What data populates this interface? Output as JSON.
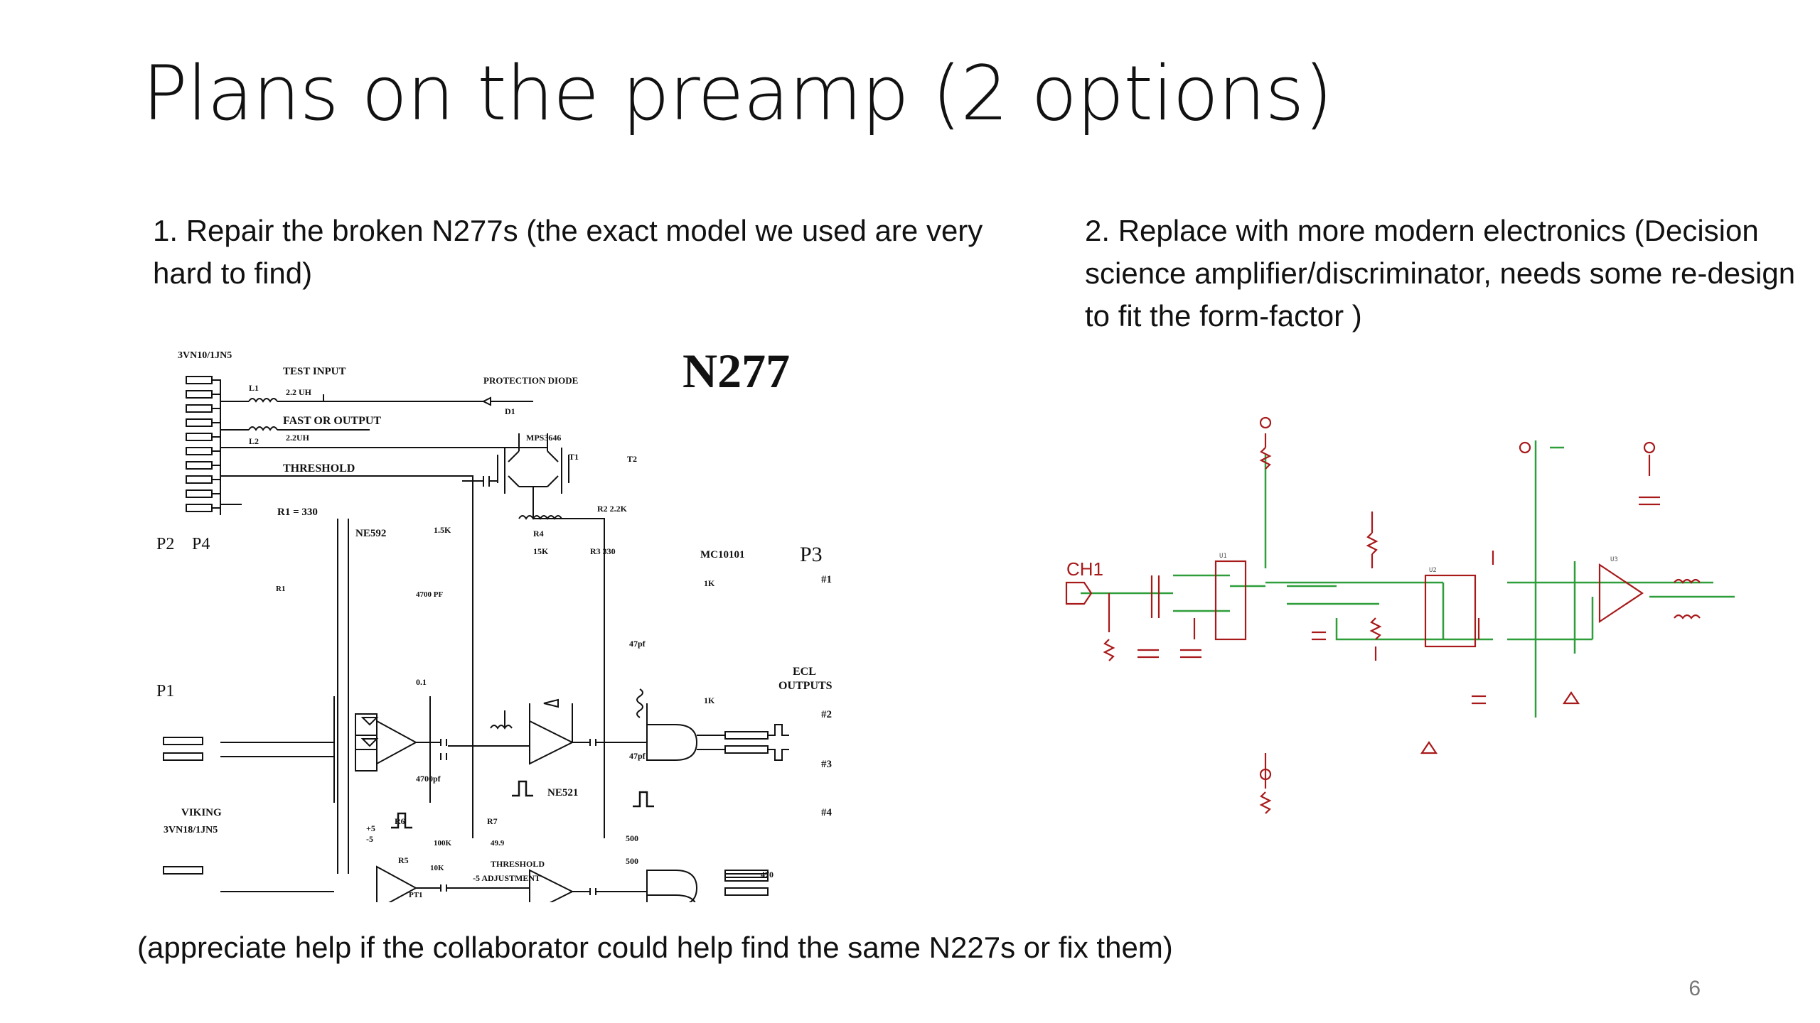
{
  "slide": {
    "title": "Plans on the preamp (2 options)",
    "option1": "1. Repair the broken N277s (the exact model we used are very hard to find)",
    "option2": "2. Replace with more modern electronics (Decision science amplifier/discriminator, needs some re-design to fit the form-factor )",
    "footer": "(appreciate help if the collaborator could help find the same N227s or fix them)",
    "page_number": "6"
  },
  "schematic": {
    "title": "N277",
    "labels": {
      "connector_top": "3VN10/1JN5",
      "test_input": "TEST INPUT",
      "l1": "L1",
      "l1_val": "2.2 UH",
      "protection_diode": "PROTECTION DIODE",
      "d1": "D1",
      "fast_or": "FAST OR OUTPUT",
      "l2": "L2",
      "l2_val": "2.2UH",
      "mps": "MPS3646",
      "t1": "T1",
      "t2": "T2",
      "threshold": "THRESHOLD",
      "r1_330": "R1 = 330",
      "r2": "R2  2.2K",
      "p2": "P2",
      "p4": "P4",
      "ne592": "NE592",
      "r1_15k": "1.5K",
      "r4": "R4",
      "r4_val": "15K",
      "r3": "R3  330",
      "mc10101": "MC10101",
      "p3": "P3",
      "out1": "#1",
      "cap4700": "4700 PF",
      "k1_a": "1K",
      "cap47a": "47pf",
      "p1": "P1",
      "ecl": "ECL",
      "outputs": "OUTPUTS",
      "cap01": "0.1",
      "k1_b": "1K",
      "out2": "#2",
      "cap47b": "47pf",
      "cap4700b": "4700pf",
      "out3": "#3",
      "ne521": "NE521",
      "out4": "#4",
      "viking": "VIKING",
      "connector_bot": "3VN18/1JN5",
      "r6": "R6",
      "r7": "R7",
      "r6_val": "100K",
      "r7_val": "49.9",
      "r5": "R5",
      "r5_val": "10K",
      "pt1": "PT1",
      "thr_adj1": "THRESHOLD",
      "thr_adj2": "-5  ADJUSTMENT",
      "r500a": "500",
      "r500b": "500",
      "r470": "470",
      "plus5": "+5",
      "minus5": "-5",
      "r1": "R1"
    }
  },
  "board": {
    "ch1": "CH1"
  }
}
